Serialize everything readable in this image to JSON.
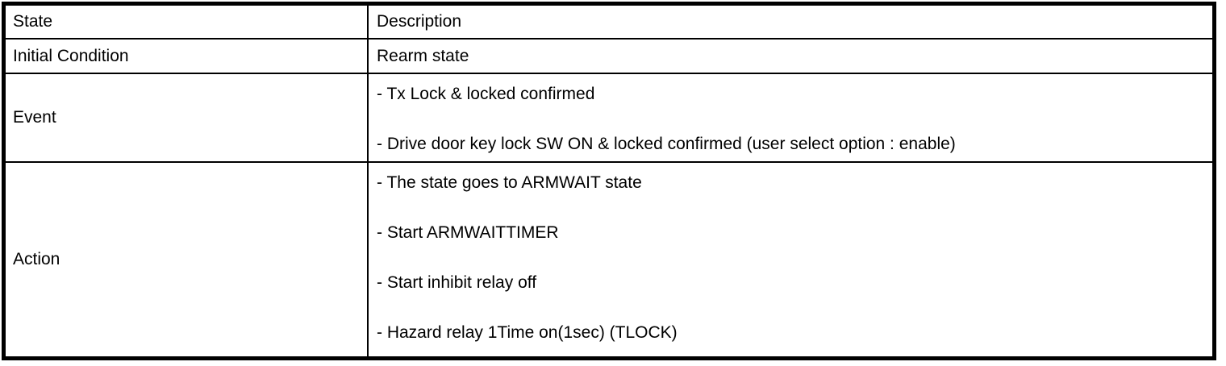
{
  "table": {
    "header": {
      "state": "State",
      "description": "Description"
    },
    "rows": [
      {
        "state": "Initial Condition",
        "lines": [
          "Rearm state"
        ]
      },
      {
        "state": "Event",
        "lines": [
          "- Tx Lock & locked confirmed",
          "- Drive door key lock SW ON & locked confirmed (user select option : enable)"
        ]
      },
      {
        "state": "Action",
        "lines": [
          "- The state goes to ARMWAIT state",
          "- Start ARMWAITTIMER",
          "- Start inhibit relay off",
          "- Hazard relay 1Time on(1sec) (TLOCK)"
        ]
      }
    ]
  }
}
